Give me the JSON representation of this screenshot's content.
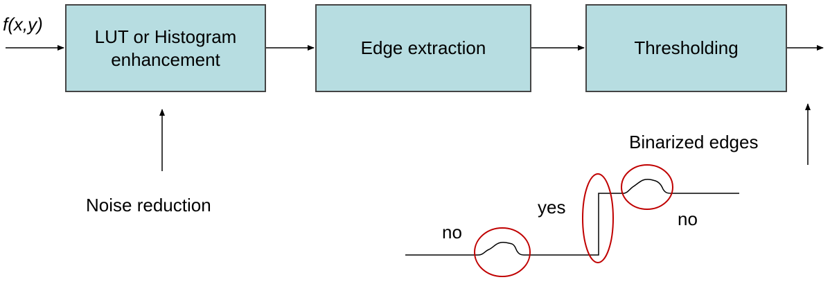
{
  "diagram": {
    "input_label": "f(x,y)",
    "blocks": [
      {
        "label": "LUT or Histogram\nenhancement"
      },
      {
        "label": "Edge extraction"
      },
      {
        "label": "Thresholding"
      }
    ],
    "annotations": {
      "noise_reduction": "Noise reduction",
      "binarized_edges": "Binarized edges",
      "no_left": "no",
      "yes": "yes",
      "no_right": "no"
    },
    "colors": {
      "block_fill": "#b7dde1",
      "block_border": "#444444",
      "highlight_circle": "#c00000",
      "line": "#000000"
    }
  }
}
